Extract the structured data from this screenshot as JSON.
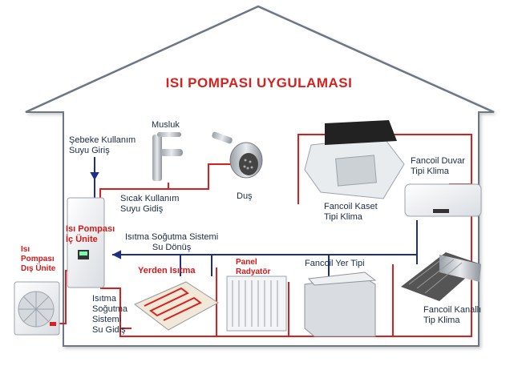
{
  "title": "ISI POMPASI UYGULAMASI",
  "labels": {
    "sebeke": [
      "Şebeke Kullanım",
      "Suyu Giriş"
    ],
    "musluk": "Musluk",
    "dus": "Duş",
    "sicak": [
      "Sıcak Kullanım",
      "Suyu Gidiş"
    ],
    "ic_unite": [
      "Isı Pompası",
      "İç Ünite"
    ],
    "dis_unite": [
      "Isı",
      "Pompası",
      "Dış Ünite"
    ],
    "donus": [
      "Isıtma Soğutma Sistemi",
      "Su Dönüş"
    ],
    "gidis": [
      "Isıtma",
      "Soğutma",
      "Sistemi",
      "Su Gidiş"
    ],
    "yerden": "Yerden Isıtma",
    "panel": [
      "Panel",
      "Radyatör"
    ],
    "yer_tipi": "Fancoil Yer Tipi",
    "kaset": [
      "Fancoil Kaset",
      "Tipi Klima"
    ],
    "duvar": [
      "Fancoil Duvar",
      "Tipi Klima"
    ],
    "kanalli": [
      "Fancoil Kanallı",
      "Tip Klima"
    ]
  },
  "colors": {
    "hot_pipe": "#d6211f",
    "return_pipe": "#1e2f86",
    "house_line": "#5a6a7a"
  }
}
